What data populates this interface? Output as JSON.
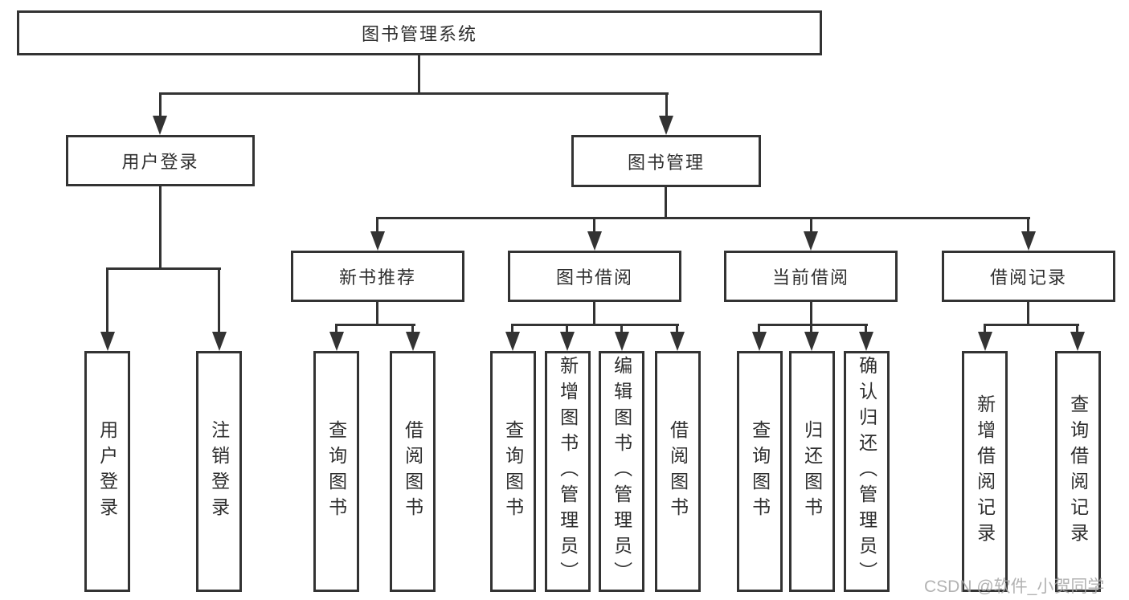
{
  "diagram": {
    "root": "图书管理系统",
    "branches": [
      {
        "label": "用户登录",
        "children": [
          "用户登录",
          "注销登录"
        ]
      },
      {
        "label": "图书管理",
        "sections": [
          {
            "label": "新书推荐",
            "children": [
              "查询图书",
              "借阅图书"
            ]
          },
          {
            "label": "图书借阅",
            "children": [
              "查询图书",
              "新增图书（管理员）",
              "编辑图书（管理员）",
              "借阅图书"
            ]
          },
          {
            "label": "当前借阅",
            "children": [
              "查询图书",
              "归还图书",
              "确认归还（管理员）"
            ]
          },
          {
            "label": "借阅记录",
            "children": [
              "新增借阅记录",
              "查询借阅记录"
            ]
          }
        ]
      }
    ]
  },
  "watermark": "CSDN @软件_小贺同学",
  "colors": {
    "line": "#333333",
    "text": "#2e2e2e",
    "background": "#ffffff",
    "watermark": "#a4a4a4"
  }
}
